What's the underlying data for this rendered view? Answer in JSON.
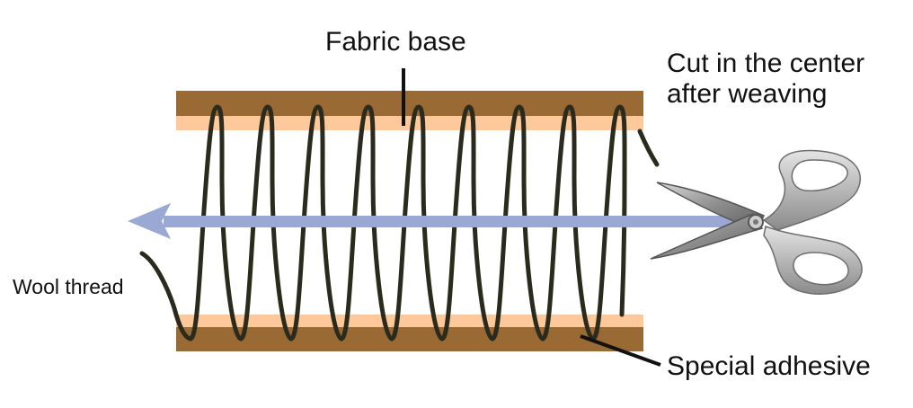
{
  "labels": {
    "fabric_base": "Fabric base",
    "cut_line1": "Cut in the center",
    "cut_line2": "after weaving",
    "wool_thread": "Wool thread",
    "special_adhesive": "Special adhesive"
  },
  "colors": {
    "fabric_brown": "#9a6a35",
    "adhesive_peach": "#fdc89a",
    "thread": "#2b2b1d",
    "arrow": "#9aa9d4",
    "scissors_metal": "#9a9a9a",
    "text": "#111111"
  },
  "icons": {
    "scissors": "scissors-icon",
    "arrow": "arrow-left-icon"
  }
}
